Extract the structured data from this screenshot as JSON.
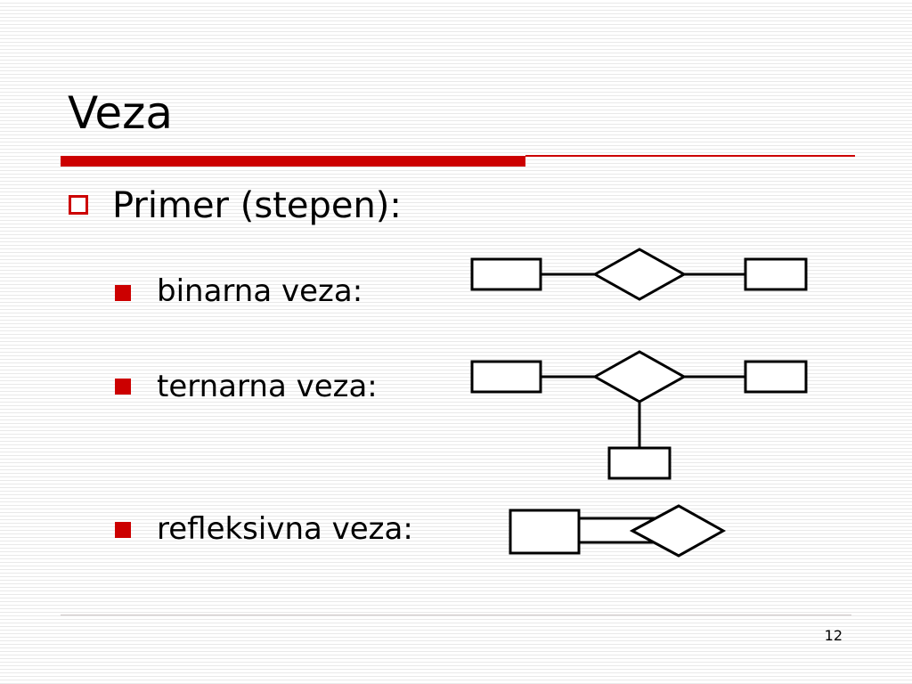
{
  "slide": {
    "title": "Veza",
    "bullet_main": "Primer (stepen):",
    "sub_bullets": [
      {
        "label": "binarna veza:"
      },
      {
        "label": "ternarna veza:"
      },
      {
        "label": "refleksivna veza:"
      }
    ],
    "page_number": "12"
  },
  "colors": {
    "accent": "#cc0000",
    "text": "#000000"
  }
}
